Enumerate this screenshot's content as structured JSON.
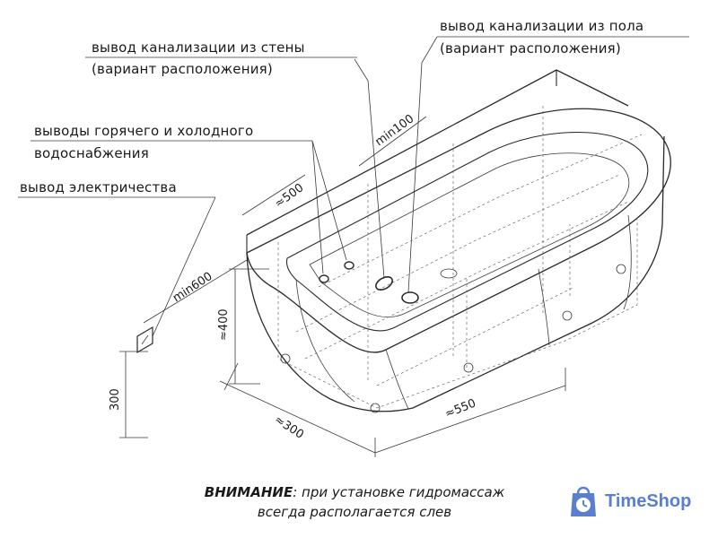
{
  "labels": {
    "sewer_wall_line1": "вывод канализации из стены",
    "sewer_wall_line2": "(вариант расположения)",
    "sewer_floor_line1": "вывод канализации из пола",
    "sewer_floor_line2": "(вариант расположения)",
    "water_line1": "выводы горячего и холодного",
    "water_line2": "водоснабжения",
    "electric": "вывод электричества"
  },
  "dimensions": {
    "min100": "min100",
    "d500": "≈500",
    "min600": "min600",
    "d400": "≈400",
    "d300_h": "300",
    "d300": "≈300",
    "d550": "≈550"
  },
  "notice": {
    "bold": "ВНИМАНИЕ",
    "text": ": при установке гидромассаж",
    "line2": "всегда располагается слев"
  },
  "logo": {
    "text": "TimeShop",
    "brand_color": "#5a7fcf",
    "icon": "shopping-bag-clock-icon"
  }
}
